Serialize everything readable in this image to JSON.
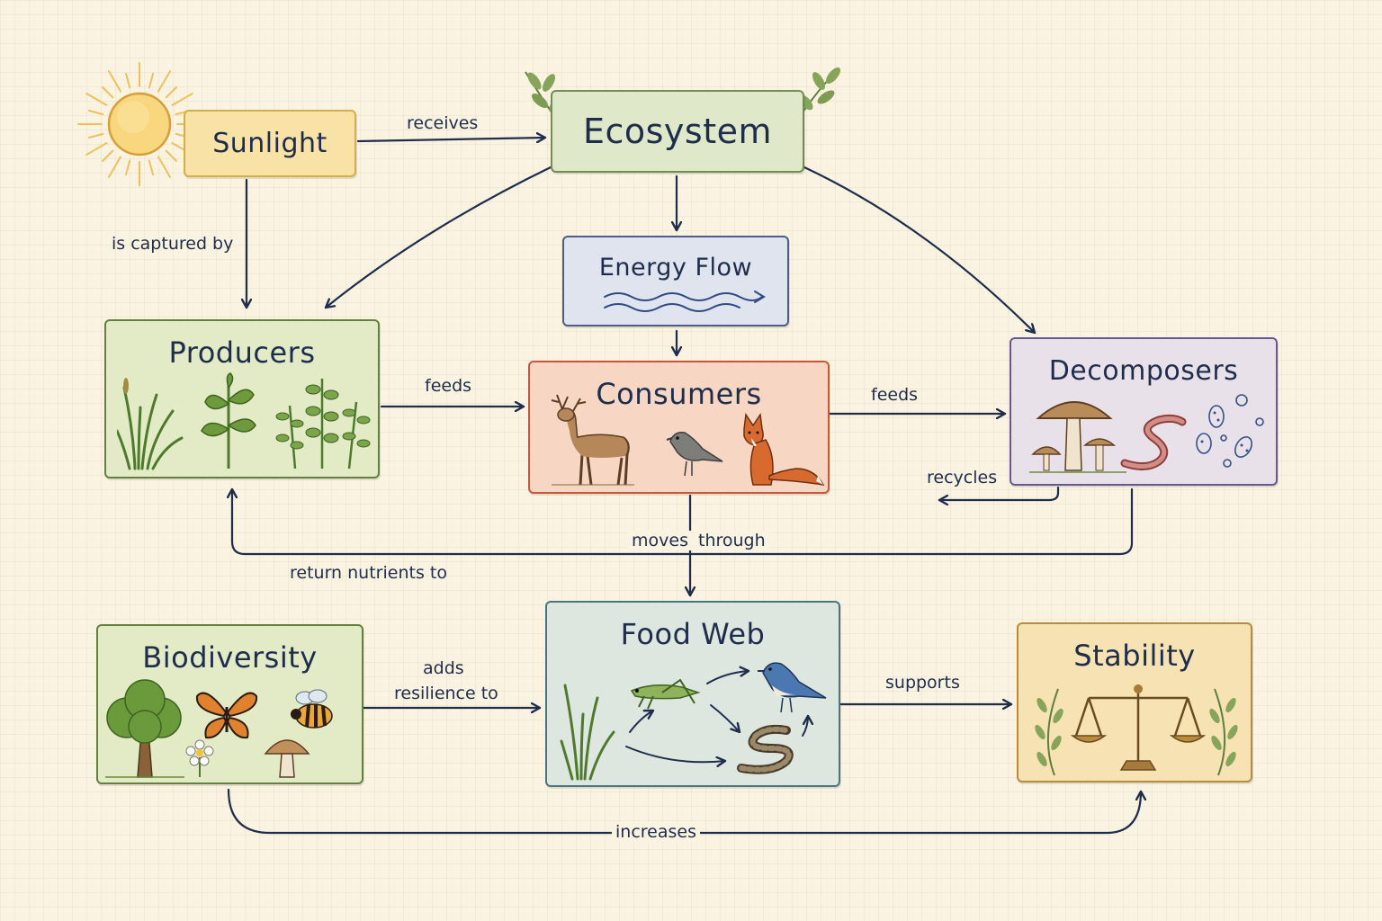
{
  "nodes": {
    "sunlight": "Sunlight",
    "ecosystem": "Ecosystem",
    "energy_flow": "Energy Flow",
    "producers": "Producers",
    "consumers": "Consumers",
    "decomposers": "Decomposers",
    "biodiversity": "Biodiversity",
    "food_web": "Food Web",
    "stability": "Stability"
  },
  "edge_labels": {
    "receives": "receives",
    "captured_by": "is captured by",
    "feeds_producers": "feeds",
    "feeds_consumers": "feeds",
    "recycles": "recycles",
    "moves": "moves",
    "through": "through",
    "return_nutrients": "return nutrients to",
    "adds": "adds",
    "resilience_to": "resilience to",
    "supports": "supports",
    "increases": "increases"
  },
  "colors": {
    "ink": "#1f2d4d",
    "sunlight_fill": "#f9e2a6",
    "ecosystem_fill": "#dfe8c9",
    "energy_fill": "#dfe4ee",
    "producers_fill": "#e2ebc6",
    "consumers_fill": "#f7d7c3",
    "decomposers_fill": "#e9e1ea",
    "biodiversity_fill": "#e3ebc6",
    "foodweb_fill": "#dde6df",
    "stability_fill": "#f6e2b3"
  }
}
